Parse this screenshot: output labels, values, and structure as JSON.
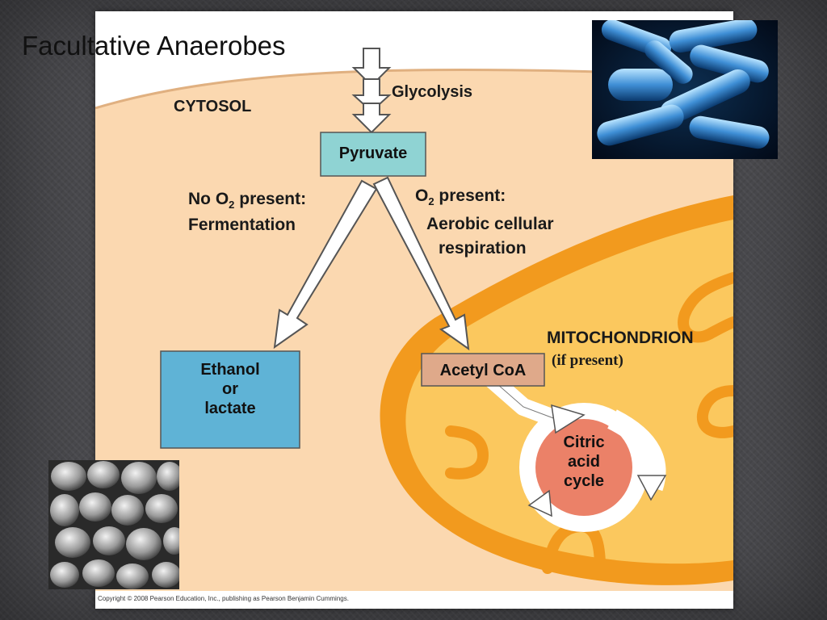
{
  "slide": {
    "title": "Facultative Anaerobes",
    "copyright": "Copyright © 2008 Pearson Education, Inc., publishing as Pearson Benjamin Cummings."
  },
  "diagram": {
    "cytosol_label": "CYTOSOL",
    "glycolysis_label": "Glycolysis",
    "pyruvate_label": "Pyruvate",
    "no_o2": {
      "prefix": "No O",
      "subscript": "2",
      "suffix": " present:",
      "line2": "Fermentation"
    },
    "o2": {
      "prefix": "O",
      "subscript": "2",
      "suffix": " present:",
      "line2": "Aerobic cellular",
      "line3": "respiration"
    },
    "products_label": {
      "line1": "Ethanol",
      "line2": "or",
      "line3": "lactate"
    },
    "acetyl_coa_label": "Acetyl CoA",
    "mitochondrion_label": "MITOCHONDRION",
    "if_present_label": "(if present)",
    "citric_cycle_label": {
      "line1": "Citric",
      "line2": "acid",
      "line3": "cycle"
    }
  },
  "images": {
    "bacteria_photo": "rod-shaped bacteria micrograph",
    "yeast_photo": "yeast cells micrograph"
  },
  "colors": {
    "cytosol": "#fbd8b0",
    "mito_outer": "#f29a1e",
    "mito_inner": "#fbc85e",
    "pyruvate_box": "#8fd3d3",
    "products_box": "#5fb3d6",
    "acetyl_box": "#dfa98a",
    "cycle_center": "#eb8168"
  }
}
